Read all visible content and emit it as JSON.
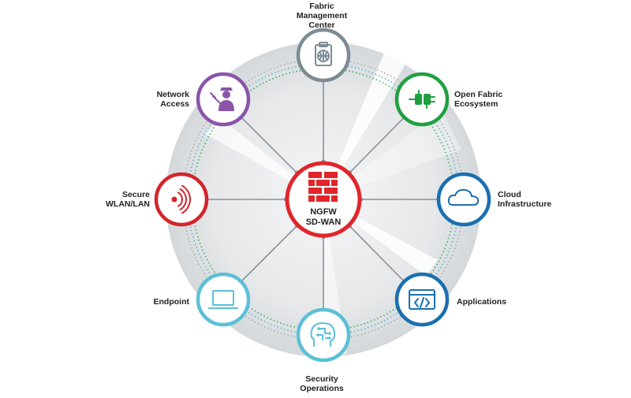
{
  "hub": {
    "line1": "NGFW",
    "line2": "SD-WAN",
    "color": "#e0262b"
  },
  "nodes": [
    {
      "id": "fabric-management-center",
      "lines": [
        "Fabric",
        "Management",
        "Center"
      ],
      "color": "#7d8b94",
      "icon": "clipboard-globe-icon"
    },
    {
      "id": "open-fabric-ecosystem",
      "lines": [
        "Open Fabric",
        "Ecosystem"
      ],
      "color": "#1fa040",
      "icon": "plug-connector-icon"
    },
    {
      "id": "cloud-infrastructure",
      "lines": [
        "Cloud",
        "Infrastructure"
      ],
      "color": "#1a6fb0",
      "icon": "cloud-icon"
    },
    {
      "id": "applications",
      "lines": [
        "Applications"
      ],
      "color": "#1a6fb0",
      "icon": "code-window-icon"
    },
    {
      "id": "security-operations",
      "lines": [
        "Security",
        "Operations"
      ],
      "color": "#5bc0d6",
      "icon": "brain-circuit-icon"
    },
    {
      "id": "endpoint",
      "lines": [
        "Endpoint"
      ],
      "color": "#5bc0d6",
      "icon": "laptop-icon"
    },
    {
      "id": "secure-wlan-lan",
      "lines": [
        "Secure",
        "WLAN/LAN"
      ],
      "color": "#d3252b",
      "icon": "wireless-signal-icon"
    },
    {
      "id": "network-access",
      "lines": [
        "Network",
        "Access"
      ],
      "color": "#8a55a8",
      "icon": "security-guard-icon"
    }
  ],
  "colors": {
    "ring_green": "#3fae5b",
    "ring_teal": "#5bb8cc",
    "ring_gray": "#a8adb0",
    "spoke": "#8a9298",
    "disc": "#e2e5e7"
  }
}
